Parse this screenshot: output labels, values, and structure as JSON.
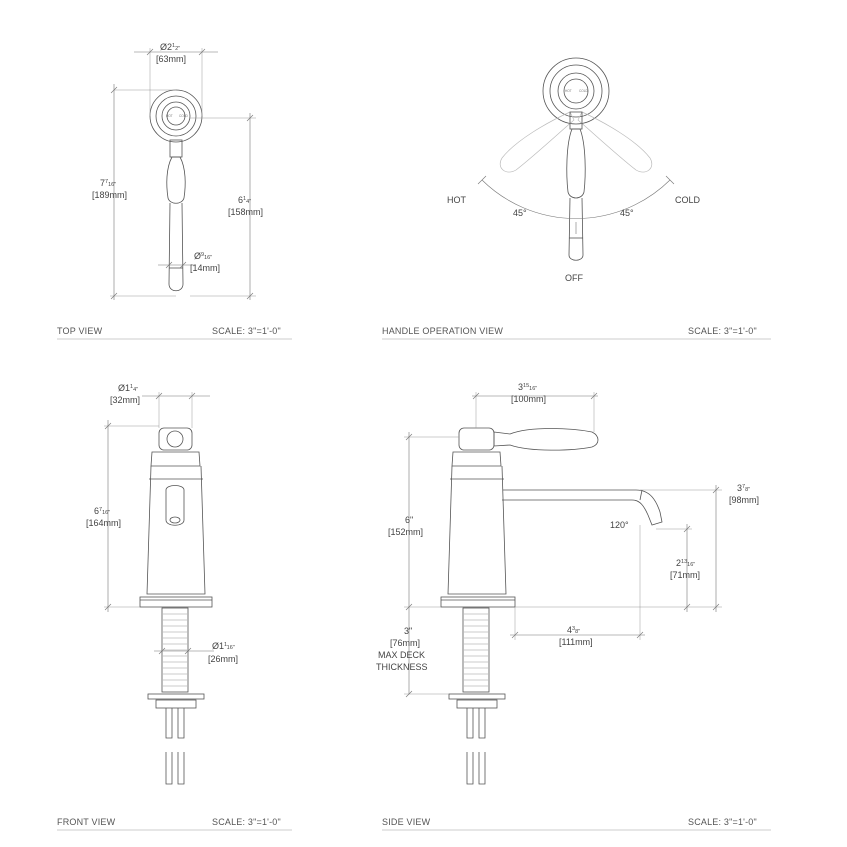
{
  "views": {
    "top": {
      "caption": "TOP VIEW",
      "scale": "SCALE: 3\"=1'-0\"",
      "dims": {
        "diameter": {
          "symbol": "Ø2",
          "sup": "1",
          "sub": "2\"",
          "mm": "[63mm]"
        },
        "length": {
          "symbol": "7",
          "sup": "7",
          "sub": "16\"",
          "mm": "[189mm]"
        },
        "spout": {
          "symbol": "6",
          "sup": "1",
          "sub": "4\"",
          "mm": "[158mm]"
        },
        "outlet": {
          "symbol": "Ø",
          "sup": "9",
          "sub": "16\"",
          "mm": "[14mm]"
        }
      },
      "handle_marks": [
        "HOT",
        "COLD"
      ]
    },
    "handle": {
      "caption": "HANDLE OPERATION VIEW",
      "scale": "SCALE: 3\"=1'-0\"",
      "labels": {
        "hot": "HOT",
        "cold": "COLD",
        "off": "OFF",
        "angle_left": "45°",
        "angle_right": "45°"
      }
    },
    "front": {
      "caption": "FRONT VIEW",
      "scale": "SCALE: 3\"=1'-0\"",
      "dims": {
        "diameter": {
          "symbol": "Ø1",
          "sup": "1",
          "sub": "4\"",
          "mm": "[32mm]"
        },
        "height": {
          "symbol": "6",
          "sup": "7",
          "sub": "16\"",
          "mm": "[164mm]"
        },
        "shank": {
          "symbol": "Ø1",
          "sup": "1",
          "sub": "16\"",
          "mm": "[26mm]"
        }
      }
    },
    "side": {
      "caption": "SIDE VIEW",
      "scale": "SCALE: 3\"=1'-0\"",
      "dims": {
        "handle": {
          "symbol": "3",
          "sup": "15",
          "sub": "16\"",
          "mm": "[100mm]"
        },
        "height": {
          "symbol": "6\"",
          "mm": "[152mm]"
        },
        "spout_height": {
          "symbol": "3",
          "sup": "7",
          "sub": "8\"",
          "mm": "[98mm]"
        },
        "angle": "120°",
        "outlet_height": {
          "symbol": "2",
          "sup": "13",
          "sub": "16\"",
          "mm": "[71mm]"
        },
        "reach": {
          "symbol": "4",
          "sup": "3",
          "sub": "8\"",
          "mm": "[111mm]"
        },
        "deck": {
          "line1": "3\"",
          "line2": "[76mm]",
          "line3": "MAX DECK",
          "line4": "THICKNESS"
        }
      }
    }
  },
  "colors": {
    "line": "#555555",
    "dimension": "#777777",
    "caption": "#555555",
    "background": "#ffffff"
  }
}
